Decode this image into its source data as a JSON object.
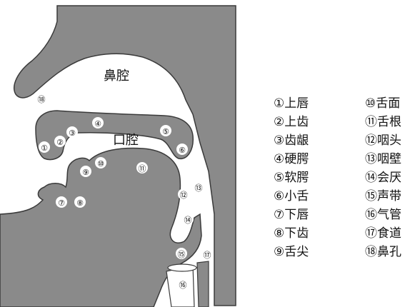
{
  "diagram": {
    "region_labels": {
      "nasal_cavity": "鼻腔",
      "oral_cavity": "口腔"
    },
    "markers": [
      "①",
      "②",
      "③",
      "④",
      "⑤",
      "⑥",
      "⑦",
      "⑧",
      "⑨",
      "⑩",
      "⑪",
      "⑫",
      "⑬",
      "⑭",
      "⑮",
      "⑯",
      "⑰",
      "⑱"
    ],
    "colors": {
      "tissue": "#8a8a8a",
      "outline": "#3a3a3a",
      "background": "#ffffff"
    }
  },
  "legend": {
    "left": [
      {
        "num": "①",
        "label": "上唇"
      },
      {
        "num": "②",
        "label": "上齿"
      },
      {
        "num": "③",
        "label": "齿龈"
      },
      {
        "num": "④",
        "label": "硬腭"
      },
      {
        "num": "⑤",
        "label": "软腭"
      },
      {
        "num": "⑥",
        "label": "小舌"
      },
      {
        "num": "⑦",
        "label": "下唇"
      },
      {
        "num": "⑧",
        "label": "下齿"
      },
      {
        "num": "⑨",
        "label": "舌尖"
      }
    ],
    "right": [
      {
        "num": "⑩",
        "label": "舌面"
      },
      {
        "num": "⑪",
        "label": "舌根"
      },
      {
        "num": "⑫",
        "label": "咽头"
      },
      {
        "num": "⑬",
        "label": "咽壁"
      },
      {
        "num": "⑭",
        "label": "会厌"
      },
      {
        "num": "⑮",
        "label": "声带"
      },
      {
        "num": "⑯",
        "label": "气管"
      },
      {
        "num": "⑰",
        "label": "食道"
      },
      {
        "num": "⑱",
        "label": "鼻孔"
      }
    ]
  }
}
